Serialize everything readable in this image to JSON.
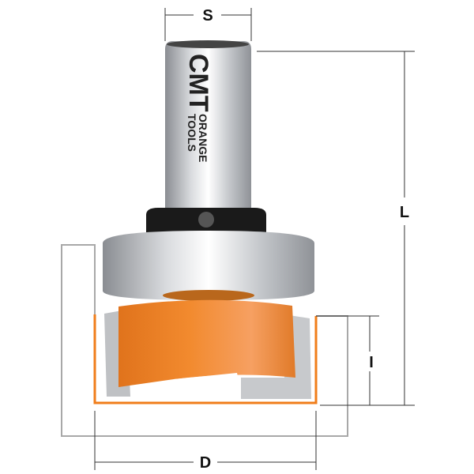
{
  "labels": {
    "shank_diameter": "S",
    "overall_length": "L",
    "cutting_length": "I",
    "cutting_diameter": "D"
  },
  "logo": {
    "brand": "CMT",
    "line1": "ORANGE",
    "line2": "TOOLS"
  },
  "colors": {
    "cutter": "#f28a2e",
    "groove": "#f07d1a",
    "outline": "#a8a8a8",
    "collar": "#1a1a1a"
  }
}
